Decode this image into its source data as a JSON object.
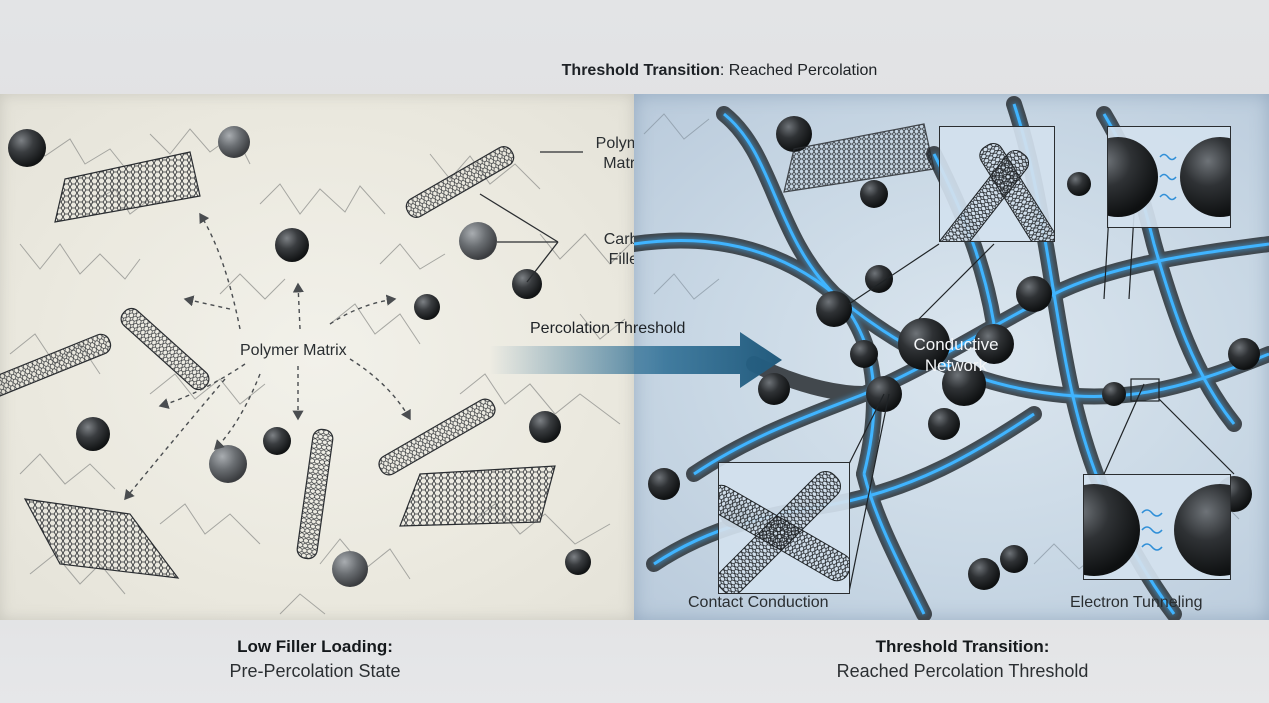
{
  "top_title": {
    "bold": "Threshold Transition",
    "rest": ": Reached Percolation"
  },
  "left_panel": {
    "center_label": "Polymer Matrix",
    "callout_polymer": "Polymer\nMatrix",
    "callout_fillers": "Carbon\nFillers"
  },
  "arrow_label": "Percolation Threshold",
  "right_panel": {
    "center_label": "Conductive\nNetwork",
    "inset_contact_label": "Contact Conduction",
    "inset_tunneling_label": "Electron Tunneling"
  },
  "captions": {
    "left_title": "Low Filler Loading:",
    "left_sub": "Pre-Percolation State",
    "right_title": "Threshold Transition:",
    "right_sub": "Reached Percolation Threshold"
  },
  "colors": {
    "network_glow": "#3fb4ff",
    "arrow": "#2a6c93",
    "left_bg": "#eeede4",
    "right_bg": "#cdd9e5",
    "filler": "#2b2e31"
  }
}
